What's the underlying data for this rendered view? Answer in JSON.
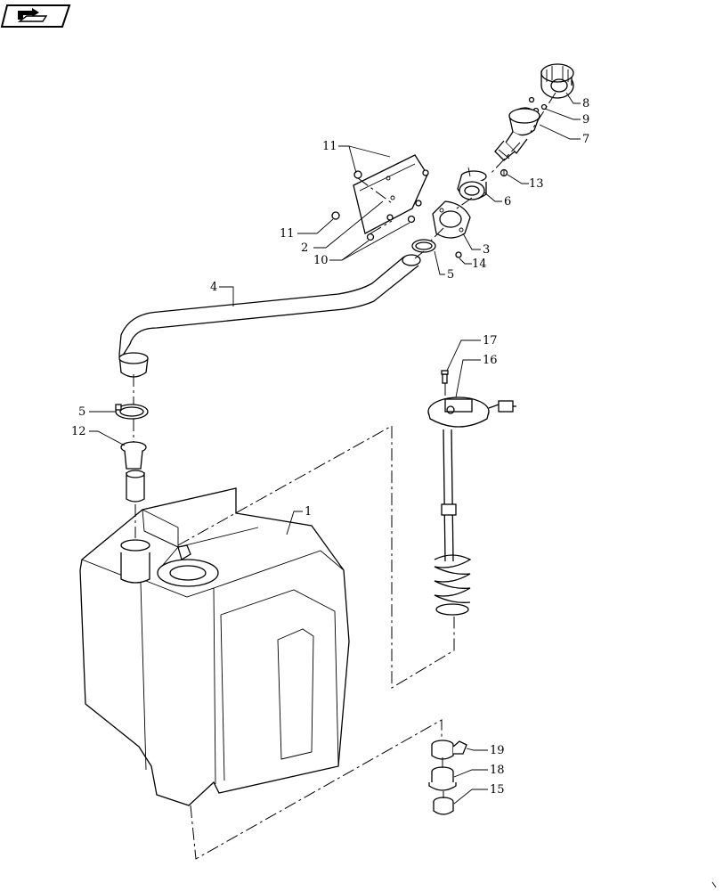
{
  "nav": {
    "icon": "folder-arrow-icon"
  },
  "callouts": [
    {
      "id": "c8",
      "text": "8"
    },
    {
      "id": "c9",
      "text": "9"
    },
    {
      "id": "c7",
      "text": "7"
    },
    {
      "id": "c13",
      "text": "13"
    },
    {
      "id": "c6",
      "text": "6"
    },
    {
      "id": "c11a",
      "text": "11"
    },
    {
      "id": "c11b",
      "text": "11"
    },
    {
      "id": "c2",
      "text": "2"
    },
    {
      "id": "c10",
      "text": "10"
    },
    {
      "id": "c3",
      "text": "3"
    },
    {
      "id": "c14",
      "text": "14"
    },
    {
      "id": "c5a",
      "text": "5"
    },
    {
      "id": "c4",
      "text": "4"
    },
    {
      "id": "c17",
      "text": "17"
    },
    {
      "id": "c16",
      "text": "16"
    },
    {
      "id": "c5b",
      "text": "5"
    },
    {
      "id": "c12",
      "text": "12"
    },
    {
      "id": "c1",
      "text": "1"
    },
    {
      "id": "c19",
      "text": "19"
    },
    {
      "id": "c18",
      "text": "18"
    },
    {
      "id": "c15",
      "text": "15"
    }
  ]
}
